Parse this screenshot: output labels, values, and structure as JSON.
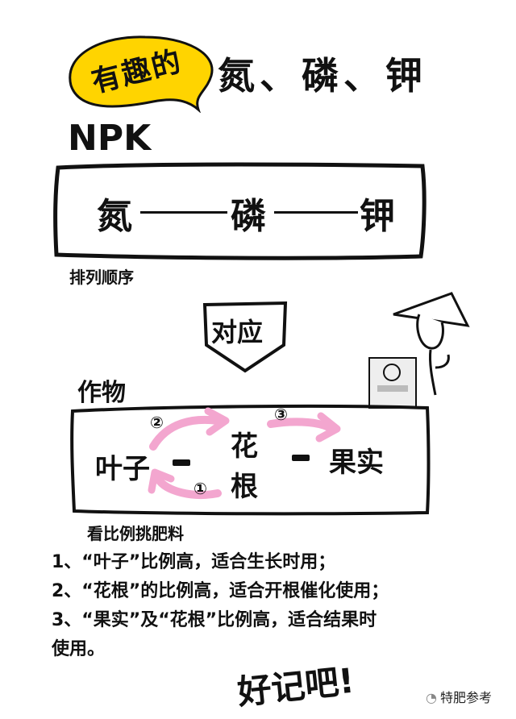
{
  "header": {
    "speech_label": "有趣的",
    "title": "氮、磷、钾",
    "npk": "NPK"
  },
  "sequence": {
    "nodes": [
      "氮",
      "磷",
      "钾"
    ],
    "caption": "排列顺序"
  },
  "correspond": "对应",
  "crop": {
    "label": "作物",
    "left": "叶子",
    "middle_top": "花",
    "middle_bottom": "根",
    "right": "果实",
    "markers": [
      "①",
      "②",
      "③"
    ],
    "caption": "看比例挑肥料"
  },
  "notes": [
    "1、“叶子”比例高，适合生长时用；",
    "2、“花根”的比例高，适合开根催化使用；",
    "3、“果实”及“花根”比例高，适合结果时",
    "使用。"
  ],
  "ending": "好记吧!",
  "watermark": {
    "icon": "wechat-icon",
    "text": "特肥参考"
  },
  "colors": {
    "highlight": "#FFD400",
    "arrow": "#F3A6CF",
    "ink": "#111111"
  }
}
